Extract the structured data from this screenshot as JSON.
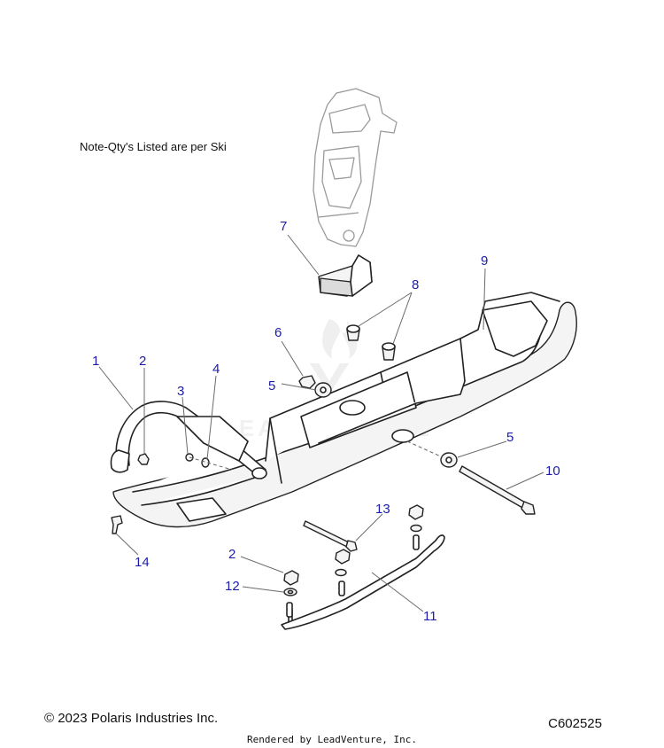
{
  "note": "Note-Qty's Listed are per Ski",
  "watermark": "LEADVENTURE",
  "footer": {
    "copyright": "© 2023 Polaris Industries Inc.",
    "diagram_code": "C602525",
    "rendered_by": "Rendered by LeadVenture, Inc."
  },
  "callouts": [
    {
      "id": "c1",
      "label": "1"
    },
    {
      "id": "c2a",
      "label": "2"
    },
    {
      "id": "c3",
      "label": "3"
    },
    {
      "id": "c4",
      "label": "4"
    },
    {
      "id": "c5a",
      "label": "5"
    },
    {
      "id": "c5b",
      "label": "5"
    },
    {
      "id": "c6",
      "label": "6"
    },
    {
      "id": "c7",
      "label": "7"
    },
    {
      "id": "c8",
      "label": "8"
    },
    {
      "id": "c9",
      "label": "9"
    },
    {
      "id": "c10",
      "label": "10"
    },
    {
      "id": "c11",
      "label": "11"
    },
    {
      "id": "c12",
      "label": "12"
    },
    {
      "id": "c13",
      "label": "13"
    },
    {
      "id": "c14",
      "label": "14"
    },
    {
      "id": "c2b",
      "label": "2"
    }
  ],
  "colors": {
    "callout": "#1c1ca8",
    "line": "#222222",
    "leader": "#6a6a6a"
  }
}
